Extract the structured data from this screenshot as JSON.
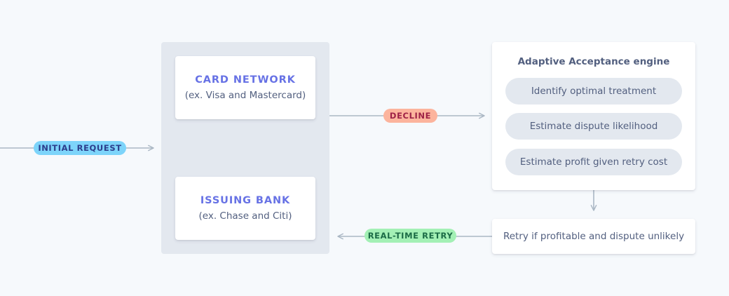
{
  "colors": {
    "background": "#f6f9fc",
    "group_bg": "#e3e8ef",
    "accent": "#6772e5",
    "text": "#525f7f",
    "line": "#aab7c4",
    "badge_initial_bg": "#7dd4fa",
    "badge_initial_fg": "#2c3e8c",
    "badge_decline_bg": "#fcb49d",
    "badge_decline_fg": "#9e2146",
    "badge_retry_bg": "#a3f0b5",
    "badge_retry_fg": "#1b6b46"
  },
  "card_network": {
    "title": "CARD NETWORK",
    "subtitle": "(ex. Visa and Mastercard)"
  },
  "issuing_bank": {
    "title": "ISSUING BANK",
    "subtitle": "(ex. Chase and Citi)"
  },
  "engine": {
    "title": "Adaptive Acceptance engine",
    "steps": [
      "Identify optimal treatment",
      "Estimate dispute likelihood",
      "Estimate profit given retry cost"
    ]
  },
  "retry_box": {
    "label": "Retry if profitable and dispute unlikely"
  },
  "badges": {
    "initial_request": "INITIAL REQUEST",
    "decline": "DECLINE",
    "real_time_retry": "REAL-TIME RETRY"
  }
}
